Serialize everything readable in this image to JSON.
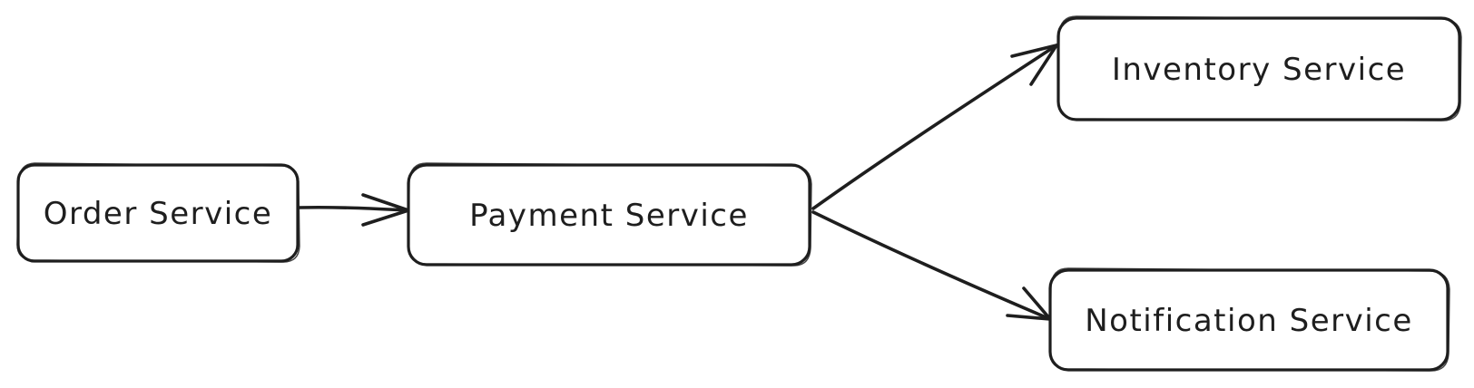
{
  "diagram": {
    "nodes": {
      "order": {
        "label": "Order Service"
      },
      "payment": {
        "label": "Payment Service"
      },
      "inventory": {
        "label": "Inventory Service"
      },
      "notification": {
        "label": "Notification Service"
      }
    },
    "edges": [
      {
        "from": "Order Service",
        "to": "Payment Service"
      },
      {
        "from": "Payment Service",
        "to": "Inventory Service"
      },
      {
        "from": "Payment Service",
        "to": "Notification Service"
      }
    ],
    "colors": {
      "stroke": "#1e1e1e",
      "background": "#ffffff"
    }
  }
}
